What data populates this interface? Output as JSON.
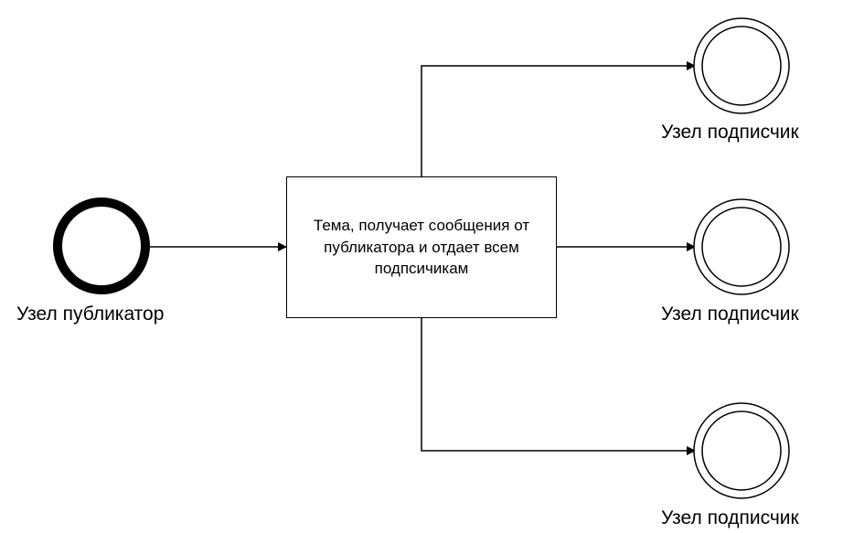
{
  "publisher": {
    "label": "Узел публикатор"
  },
  "topic": {
    "text": "Тема, получает сообщения от публикатора и отдает всем подпсичикам"
  },
  "subscribers": [
    {
      "label": "Узел подписчик"
    },
    {
      "label": "Узел подписчик"
    },
    {
      "label": "Узел подписчик"
    }
  ],
  "colors": {
    "stroke": "#000000",
    "background": "#ffffff"
  }
}
